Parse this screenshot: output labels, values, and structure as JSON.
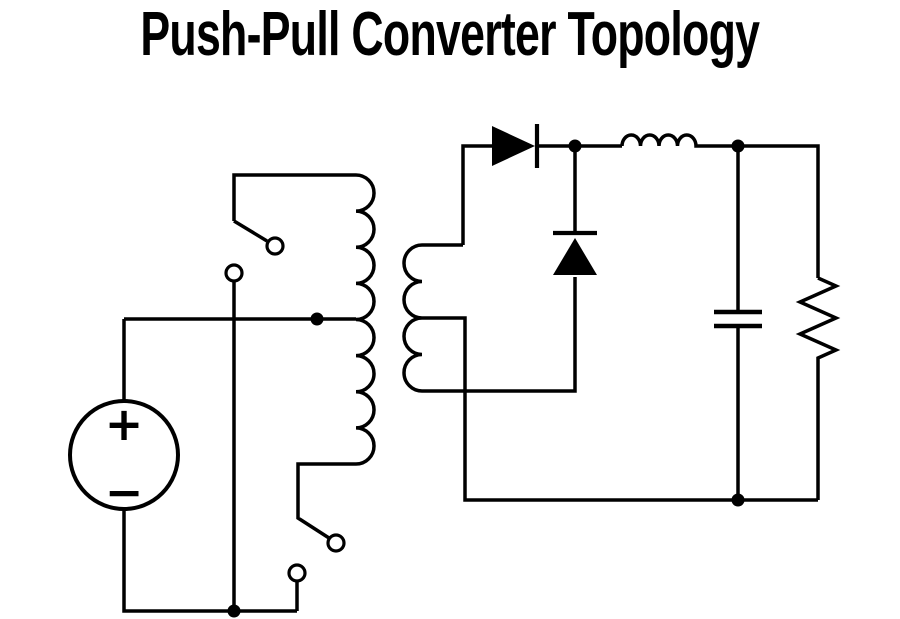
{
  "title": "Push-Pull Converter Topology",
  "colors": {
    "ink": "#000000",
    "background": "#ffffff"
  },
  "source": {
    "plus_label": "+",
    "minus_label": "−"
  },
  "diagram": {
    "type": "circuit-schematic",
    "components": [
      "dc-voltage-source",
      "upper-switch",
      "lower-switch",
      "center-tapped-transformer-primary",
      "transformer-secondary",
      "rectifier-diode",
      "freewheel-diode",
      "filter-inductor",
      "filter-capacitor",
      "load-resistor"
    ],
    "junction_count": 5
  }
}
